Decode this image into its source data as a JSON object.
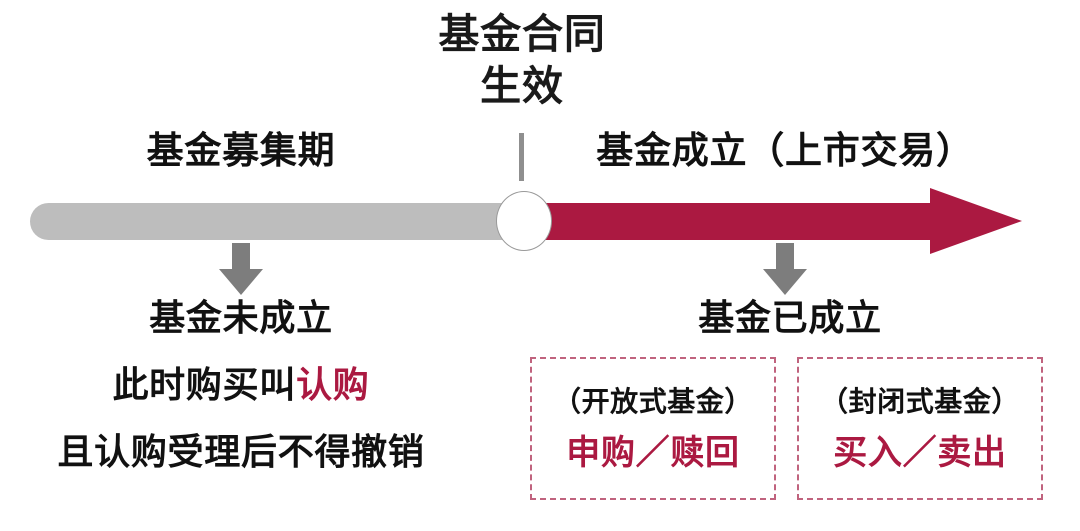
{
  "headline": {
    "line1": "基金合同",
    "line2": "生效"
  },
  "timeline": {
    "left_period_label": "基金募集期",
    "right_period_label": "基金成立（上市交易）",
    "gray_color": "#bdbdbd",
    "red_color": "#ab1941",
    "tick_color": "#8f8f8f",
    "milestone_marker": "circle-marker"
  },
  "left_branch": {
    "arrow": "down-arrow",
    "line1": "基金未成立",
    "line2_prefix": "此时购买叫",
    "line2_accent": "认购",
    "line3": "且认购受理后不得撤销"
  },
  "right_branch": {
    "arrow": "down-arrow",
    "title": "基金已成立",
    "cards": [
      {
        "type": "（开放式基金）",
        "action": "申购／赎回"
      },
      {
        "type": "（封闭式基金）",
        "action": "买入／卖出"
      }
    ],
    "card_border_color": "#c0637e",
    "card_action_color": "#ab1941"
  }
}
